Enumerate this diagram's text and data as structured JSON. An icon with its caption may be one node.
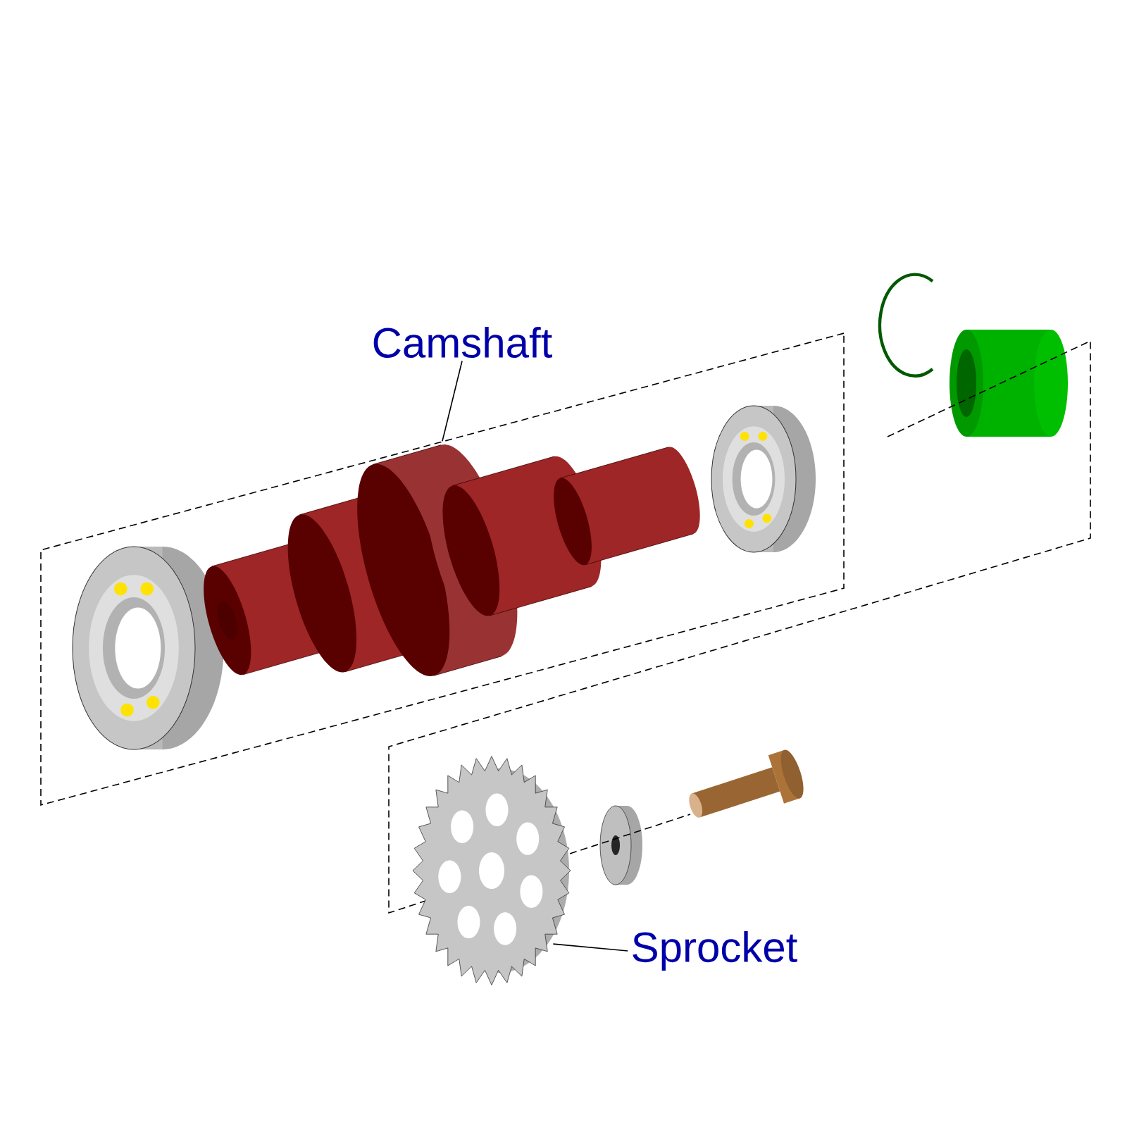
{
  "diagram": {
    "nodes": [
      {
        "text": [
          "Camshaft"
        ]
      },
      {
        "text": [],
        "shape": "box"
      },
      {
        "text": [
          "Sprocket"
        ]
      },
      {
        "text": [],
        "shape": "picture"
      }
    ],
    "edges": [
      {
        "from": 0,
        "to": 1,
        "arrow": "none"
      },
      {
        "from": 2,
        "to": 3,
        "arrow": "none"
      }
    ]
  }
}
